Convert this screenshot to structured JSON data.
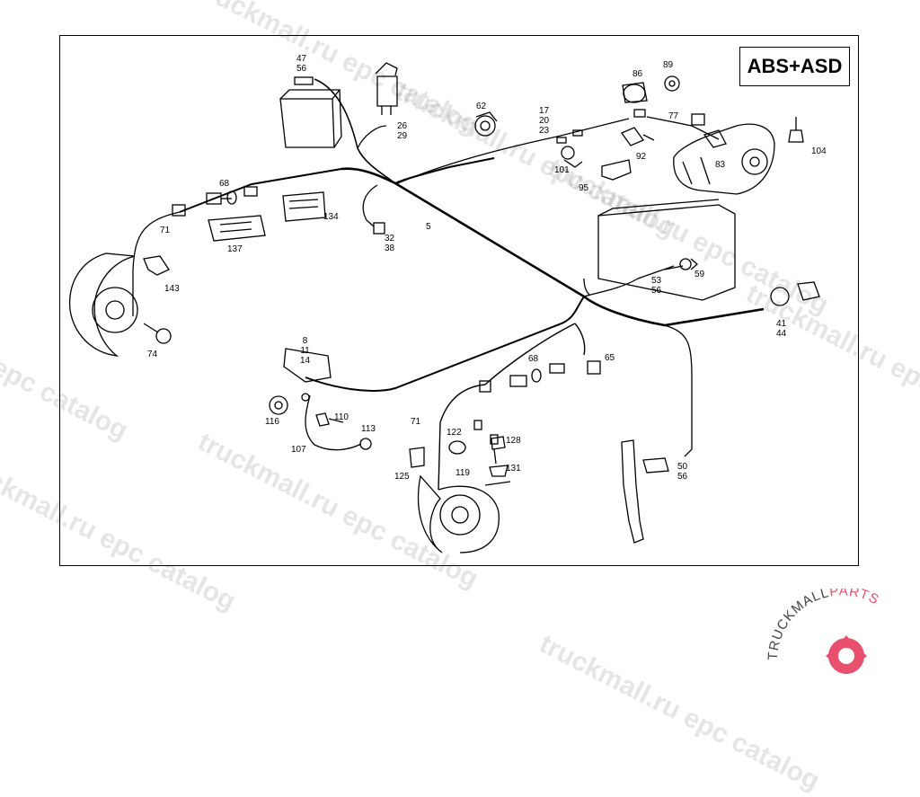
{
  "header": {
    "title": "ABS+ASD"
  },
  "callouts": {
    "c47_56": "47\n56",
    "c26_29": "26\n29",
    "c62": "62",
    "c17_20_23": "17\n20\n23",
    "c86": "86",
    "c89": "89",
    "c77": "77",
    "c92": "92",
    "c83": "83",
    "c104": "104",
    "c101": "101",
    "c95": "95",
    "c68a": "68",
    "c134": "134",
    "c137": "137",
    "c71a": "71",
    "c143": "143",
    "c74": "74",
    "c32_38": "32\n38",
    "c5": "5",
    "c59": "59",
    "c53_56": "53\n56",
    "c41_44": "41\n44",
    "c8_11_14": "8\n11\n14",
    "c68b": "68",
    "c65": "65",
    "c116": "116",
    "c110": "110",
    "c113": "113",
    "c107": "107",
    "c71b": "71",
    "c122": "122",
    "c128": "128",
    "c131": "131",
    "c119": "119",
    "c125": "125",
    "c50_56": "50\n56"
  },
  "watermarks": [
    "truckmall.ru epc catalog",
    "truckmall.ru epc catalog",
    "truckmall.ru epc catalog",
    "truckmall.ru epc catalog",
    "truckmall.ru epc catalog",
    "truckmall.ru epc catalog",
    "truckmall.ru epc catalog",
    "truckmall.ru epc catalog"
  ],
  "logo": {
    "text": "TRUCKMALLPARTS",
    "accent": "#e8506e"
  },
  "colors": {
    "line": "#000000",
    "watermark": "#bdbdbd"
  }
}
